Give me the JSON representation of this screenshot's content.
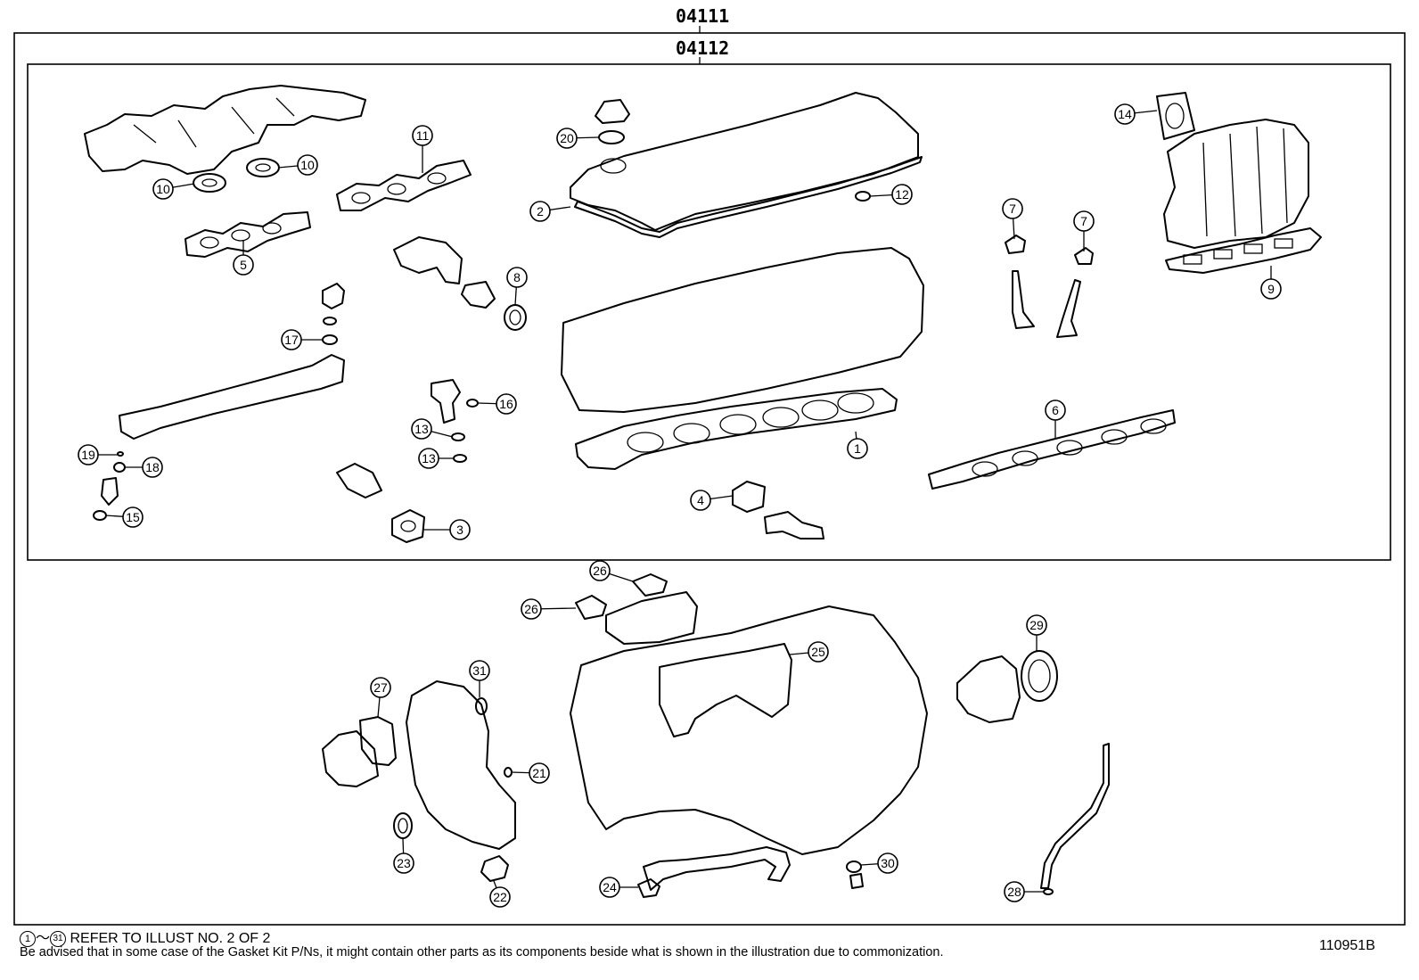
{
  "header": {
    "outer_kit_code": "04111",
    "inner_kit_code": "04112"
  },
  "callouts": [
    {
      "id": "c1",
      "label": "1"
    },
    {
      "id": "c2",
      "label": "2"
    },
    {
      "id": "c3",
      "label": "3"
    },
    {
      "id": "c4",
      "label": "4"
    },
    {
      "id": "c5",
      "label": "5"
    },
    {
      "id": "c6",
      "label": "6"
    },
    {
      "id": "c7a",
      "label": "7"
    },
    {
      "id": "c7b",
      "label": "7"
    },
    {
      "id": "c8",
      "label": "8"
    },
    {
      "id": "c9",
      "label": "9"
    },
    {
      "id": "c10a",
      "label": "10"
    },
    {
      "id": "c10b",
      "label": "10"
    },
    {
      "id": "c11",
      "label": "11"
    },
    {
      "id": "c12",
      "label": "12"
    },
    {
      "id": "c13a",
      "label": "13"
    },
    {
      "id": "c13b",
      "label": "13"
    },
    {
      "id": "c14",
      "label": "14"
    },
    {
      "id": "c15",
      "label": "15"
    },
    {
      "id": "c16",
      "label": "16"
    },
    {
      "id": "c17",
      "label": "17"
    },
    {
      "id": "c18",
      "label": "18"
    },
    {
      "id": "c19",
      "label": "19"
    },
    {
      "id": "c20",
      "label": "20"
    },
    {
      "id": "c21",
      "label": "21"
    },
    {
      "id": "c22",
      "label": "22"
    },
    {
      "id": "c23",
      "label": "23"
    },
    {
      "id": "c24",
      "label": "24"
    },
    {
      "id": "c25",
      "label": "25"
    },
    {
      "id": "c26a",
      "label": "26"
    },
    {
      "id": "c26b",
      "label": "26"
    },
    {
      "id": "c27",
      "label": "27"
    },
    {
      "id": "c28",
      "label": "28"
    },
    {
      "id": "c29",
      "label": "29"
    },
    {
      "id": "c30",
      "label": "30"
    },
    {
      "id": "c31",
      "label": "31"
    }
  ],
  "footer": {
    "range_start": "1",
    "range_sep": "～",
    "range_end": "31",
    "refer_text": "REFER TO ILLUST NO. 2 OF 2",
    "note": "Be advised that in some case of the Gasket Kit P/Ns,  it might contain other parts as its components beside what is shown in the illustration due to commonization.",
    "illustration_id": "110951B"
  }
}
